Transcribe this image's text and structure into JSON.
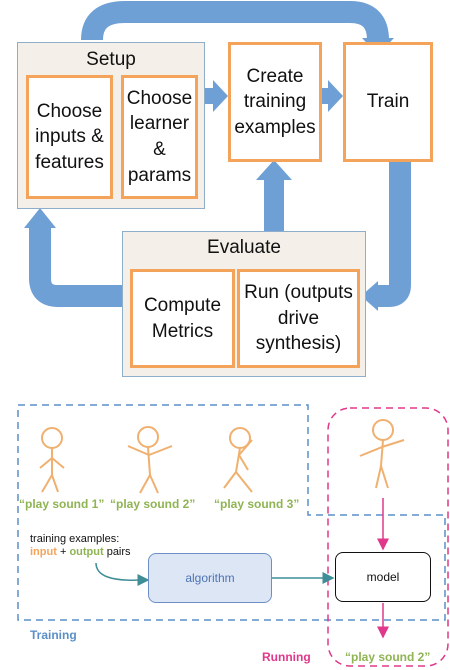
{
  "colors": {
    "arrow_blue": "#6fa0d5",
    "orange": "#f4a35a",
    "panel_bg": "#f4efe9",
    "label_green": "#8fb453",
    "training_blue": "#5b8fc9",
    "running_pink": "#e0388a"
  },
  "workflow": {
    "setup": {
      "title": "Setup",
      "box1": "Choose\ninputs &\nfeatures",
      "box2": "Choose\nlearner\n&\nparams"
    },
    "create": "Create\ntraining\nexamples",
    "train": "Train",
    "evaluate": {
      "title": "Evaluate",
      "box1": "Compute\nMetrics",
      "box2": "Run (outputs\ndrive\nsynthesis)"
    }
  },
  "pipeline": {
    "labels": [
      "“play sound 1”",
      "“play sound 2”",
      "“play sound 3”"
    ],
    "training_examples_prefix": "training examples:",
    "input_word": "input",
    "plus": " + ",
    "output_word": "output",
    "pairs": " pairs",
    "algorithm": "algorithm",
    "model": "model",
    "training": "Training",
    "running": "Running",
    "running_output": "“play sound 2”"
  }
}
